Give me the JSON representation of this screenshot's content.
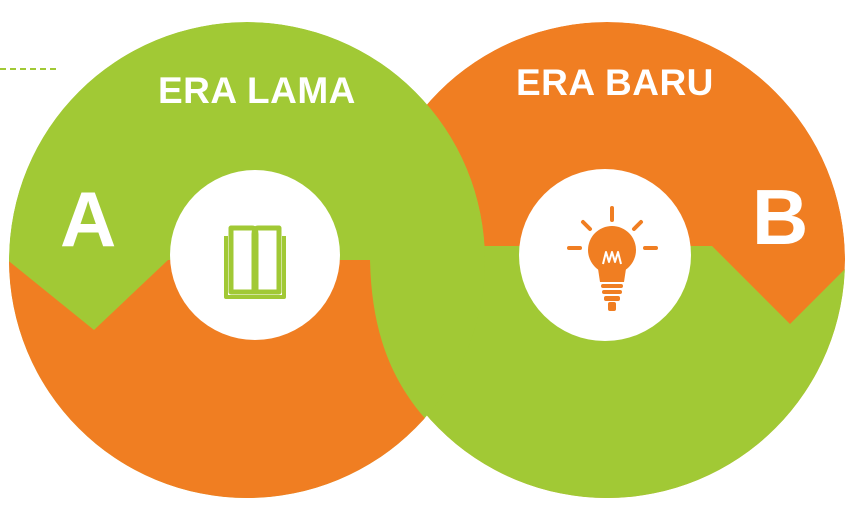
{
  "colors": {
    "green": "#A1C935",
    "orange": "#F07E22",
    "white": "#FFFFFF",
    "dash": "#A1C935"
  },
  "left_circle": {
    "title": "ERA LAMA",
    "letter": "A",
    "icon": "open-book-icon"
  },
  "right_circle": {
    "title": "ERA BARU",
    "letter": "B",
    "icon": "lightbulb-icon"
  }
}
